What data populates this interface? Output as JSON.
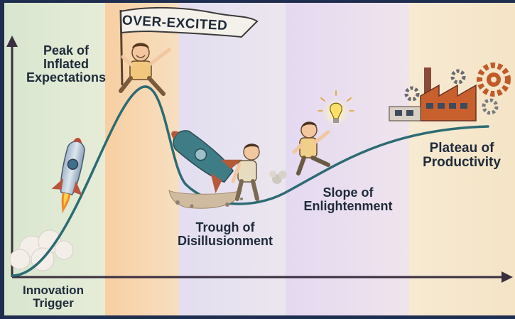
{
  "phases": {
    "trigger": {
      "lines": [
        "Innovation",
        "Trigger"
      ]
    },
    "peak": {
      "lines": [
        "Peak of",
        "Inflated",
        "Expectations"
      ]
    },
    "trough": {
      "lines": [
        "Trough of",
        "Disillusionment"
      ]
    },
    "slope": {
      "lines": [
        "Slope of",
        "Enlightenment"
      ]
    },
    "plateau": {
      "lines": [
        "Plateau of",
        "Productivity"
      ]
    }
  },
  "flag": {
    "text": "OVER-EXCITED"
  },
  "colors": {
    "background": "#1f2d4f",
    "band_trigger": "#dfe8d2",
    "band_peak": "#f6d7b0",
    "band_trough": "#e6e2ef",
    "band_slope": "#e7ddf0",
    "band_plateau": "#f4e7ce",
    "curve": "#2c6b73",
    "axis": "#3a2f40",
    "label": "#1f2a3a"
  },
  "icons": [
    "rocket-icon",
    "crashed-rocket-icon",
    "sad-person-icon",
    "climbing-person-icon",
    "lightbulb-icon",
    "factory-icon",
    "gear-icon",
    "excited-person-icon",
    "flag-icon"
  ]
}
